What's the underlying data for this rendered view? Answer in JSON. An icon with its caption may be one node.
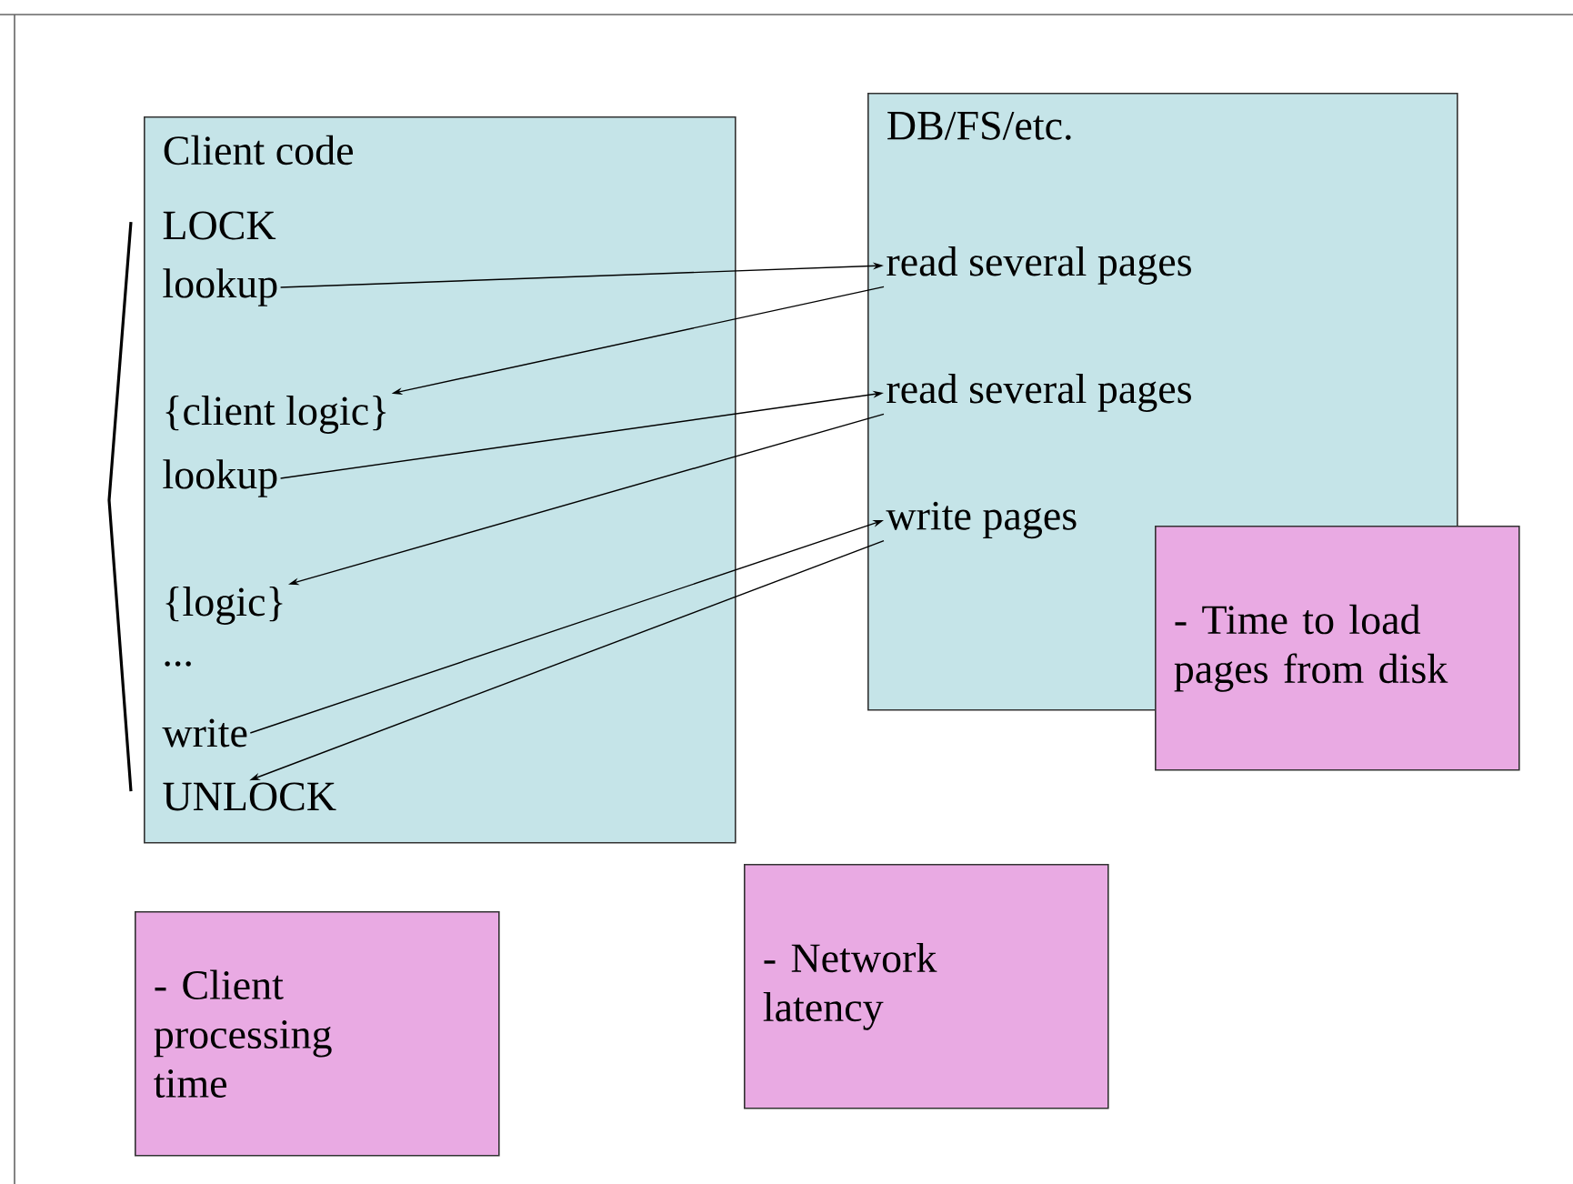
{
  "diagram": {
    "nodes": [
      {
        "text": [
          "Client code"
        ]
      },
      {
        "text": [
          "LOCK"
        ],
        "in": 0
      },
      {
        "text": [
          "lookup"
        ],
        "in": 0
      },
      {
        "text": [
          "{client logic}"
        ],
        "in": 0
      },
      {
        "text": [
          "lookup"
        ],
        "in": 0
      },
      {
        "text": [
          "{logic}"
        ],
        "in": 0
      },
      {
        "text": [
          "..."
        ],
        "in": 0
      },
      {
        "text": [
          "write"
        ],
        "in": 0
      },
      {
        "text": [
          "UNLOCK"
        ],
        "in": 0
      },
      {
        "text": [
          "DB/FS/etc."
        ]
      },
      {
        "text": [
          "read several pages"
        ],
        "in": 9
      },
      {
        "text": [
          "read several pages"
        ],
        "in": 9
      },
      {
        "text": [
          "write pages"
        ],
        "in": 9
      },
      {
        "text": [
          "- Time to load pages from disk"
        ]
      },
      {
        "text": [
          "- Client processing time"
        ]
      },
      {
        "text": [
          "- Network latency"
        ]
      }
    ],
    "edges": [
      {
        "from": 2,
        "to": 10,
        "arrow": "to"
      },
      {
        "from": 10,
        "to": 3,
        "arrow": "to"
      },
      {
        "from": 4,
        "to": 11,
        "arrow": "to"
      },
      {
        "from": 11,
        "to": 5,
        "arrow": "to"
      },
      {
        "from": 7,
        "to": 12,
        "arrow": "to"
      },
      {
        "from": 12,
        "to": 8,
        "arrow": "to"
      }
    ]
  }
}
